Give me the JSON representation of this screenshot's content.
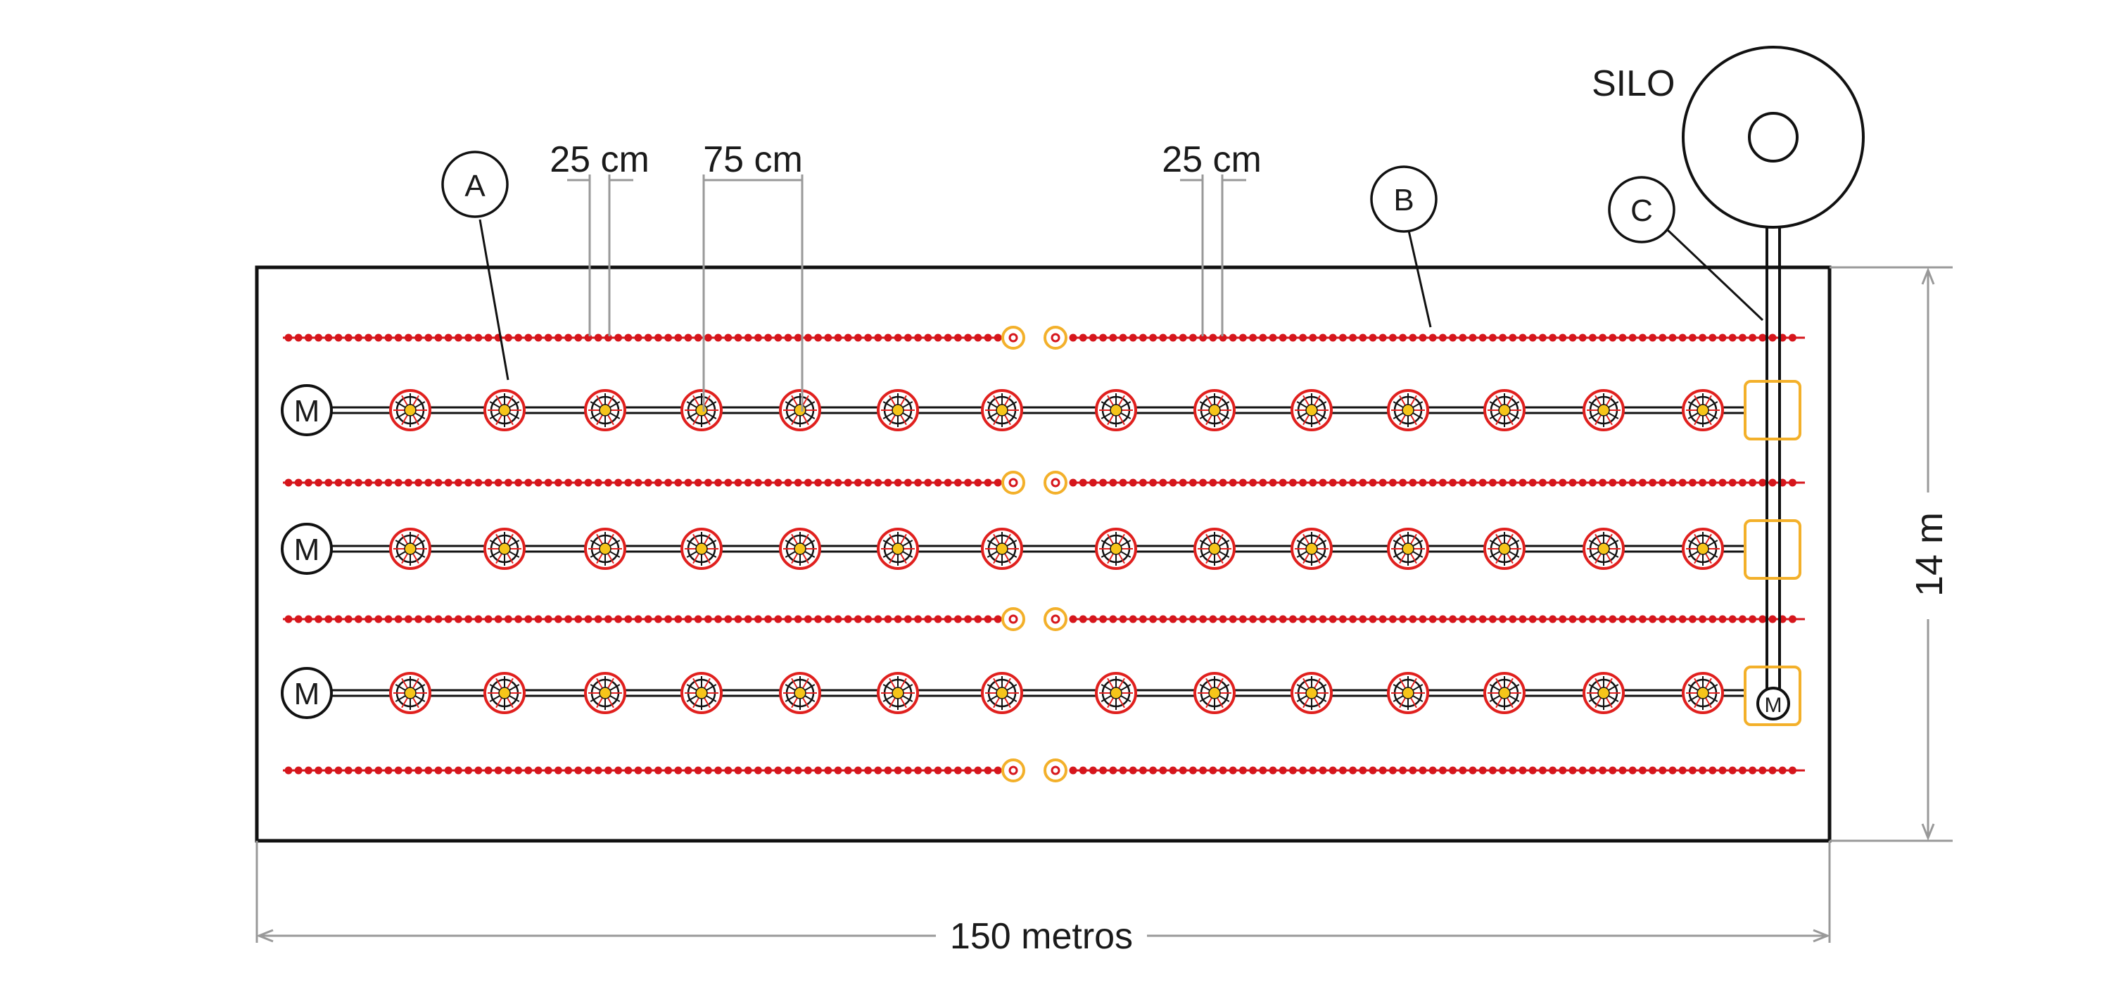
{
  "diagram": {
    "silo_label": "SILO",
    "callouts": {
      "a": "A",
      "b": "B",
      "c": "C"
    },
    "dimensions": {
      "drinker_spacing_left": "25 cm",
      "feeder_spacing": "75 cm",
      "drinker_spacing_right": "25 cm",
      "length": "150 metros",
      "width": "14 m"
    },
    "motor_label": "M",
    "drinker_lines": 4,
    "feeder_lines": 3,
    "feeders_per_line": 14,
    "colors": {
      "outline": "#111111",
      "drinker": "#d6161c",
      "regulator": "#f3b02a",
      "feeder_rim": "#e0201e",
      "feeder_center": "#f6c51a",
      "dimension": "#999999"
    }
  }
}
